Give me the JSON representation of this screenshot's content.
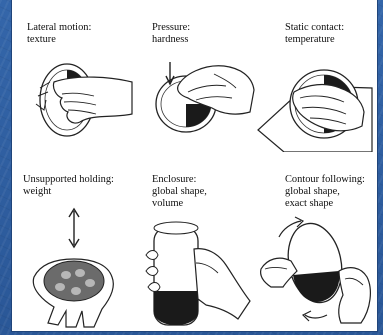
{
  "procedures": [
    {
      "label": "Lateral motion:\ntexture"
    },
    {
      "label": "Pressure:\nhardness"
    },
    {
      "label": "Static contact:\ntemperature"
    },
    {
      "label": "Unsupported holding:\nweight"
    },
    {
      "label": "Enclosure:\nglobal shape,\nvolume"
    },
    {
      "label": "Contour following:\nglobal shape,\nexact shape"
    }
  ]
}
